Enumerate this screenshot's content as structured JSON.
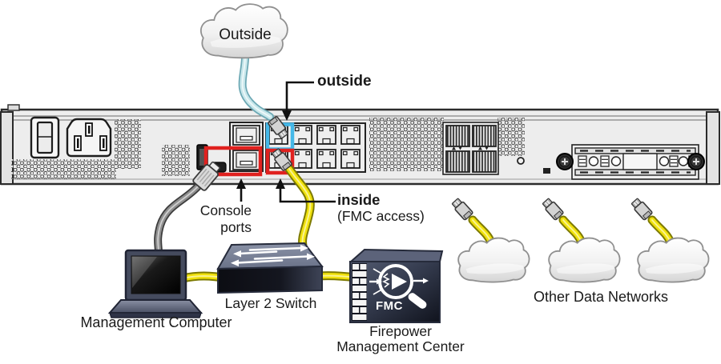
{
  "diagram": {
    "clouds": {
      "outside": {
        "label": "Outside"
      },
      "other_networks": {
        "label": "Other Data Networks",
        "count": 3
      }
    },
    "appliance": {
      "name": "firewall-rear-panel",
      "callouts": {
        "outside": {
          "label": "outside"
        },
        "console": {
          "line1": "Console",
          "line2": "ports"
        },
        "inside": {
          "label": "inside",
          "subtitle": "(FMC access)"
        }
      }
    },
    "nodes": {
      "management_computer": {
        "label": "Management Computer"
      },
      "layer2_switch": {
        "label": "Layer 2 Switch"
      },
      "fmc": {
        "box_label": "FMC",
        "label_line1": "Firepower",
        "label_line2": "Management Center"
      }
    },
    "icons": {
      "cloud-icon": "puffy cloud shape",
      "laptop-icon": "management computer",
      "switch-icon": "cisco layer-2 switch box with white arrows",
      "fmc-icon": "firewall box with play-circle and FMC text",
      "rj45-plug-icon": "network cable connector",
      "arrow-icon": "black callout arrow"
    },
    "colors": {
      "outside_cable": "#c8e7eb",
      "data_cable": "#f0e10c",
      "console_cable": "#8f8f8f",
      "highlight_red": "#e0211f",
      "highlight_blue": "#45b8e8",
      "chassis": "#ededed",
      "background": "#ffffff"
    }
  }
}
